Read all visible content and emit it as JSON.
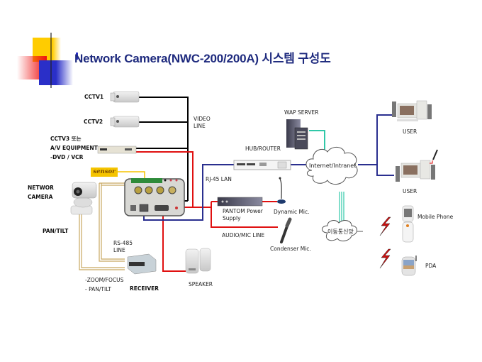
{
  "header": {
    "title": "Network Camera(NWC-200/200A) 시스템 구성도"
  },
  "colors": {
    "title": "#1e2a7e",
    "video_line": "#000000",
    "audio_line": "#e01010",
    "lan_line": "#2a2f8f",
    "wap_line": "#30c8a8",
    "rs485_line": "#c8a860",
    "sensor_box": "#f5c400"
  },
  "left_devices": {
    "cctv1": "CCTV1",
    "cctv2": "CCTV2",
    "cctv3_line1": "CCTV3 또는",
    "cctv3_line2": "A/V EQUIPMENT",
    "cctv3_line3": "-DVD /  VCR",
    "sensor": "sensor",
    "network_camera_line1": "NETWOR",
    "network_camera_line2": "CAMERA",
    "pan_tilt": "PAN/TILT"
  },
  "lines": {
    "video_line1": "VIDEO",
    "video_line2": "LINE",
    "rs485_line1": "RS-485",
    "rs485_line2": "LINE",
    "rj45": "RJ-45 LAN",
    "audio_mic": "AUDIO/MIC LINE"
  },
  "receiver": {
    "label": "RECEIVER",
    "func1": "-ZOOM/FOCUS",
    "func2": "- PAN/TILT"
  },
  "speaker": "SPEAKER",
  "network": {
    "wap_server": "WAP SERVER",
    "hub_router": "HUB/ROUTER",
    "internet": "Internet/Intranet",
    "mobile_network": "이동통신망"
  },
  "audio": {
    "phantom_line1": "PANTOM Power",
    "phantom_line2": "Supply",
    "dynamic_mic": "Dynamic Mic.",
    "condenser_mic": "Condenser Mic."
  },
  "clients": {
    "user1": "USER",
    "user2": "USER",
    "mobile_phone": "Mobile Phone",
    "pda": "PDA"
  }
}
